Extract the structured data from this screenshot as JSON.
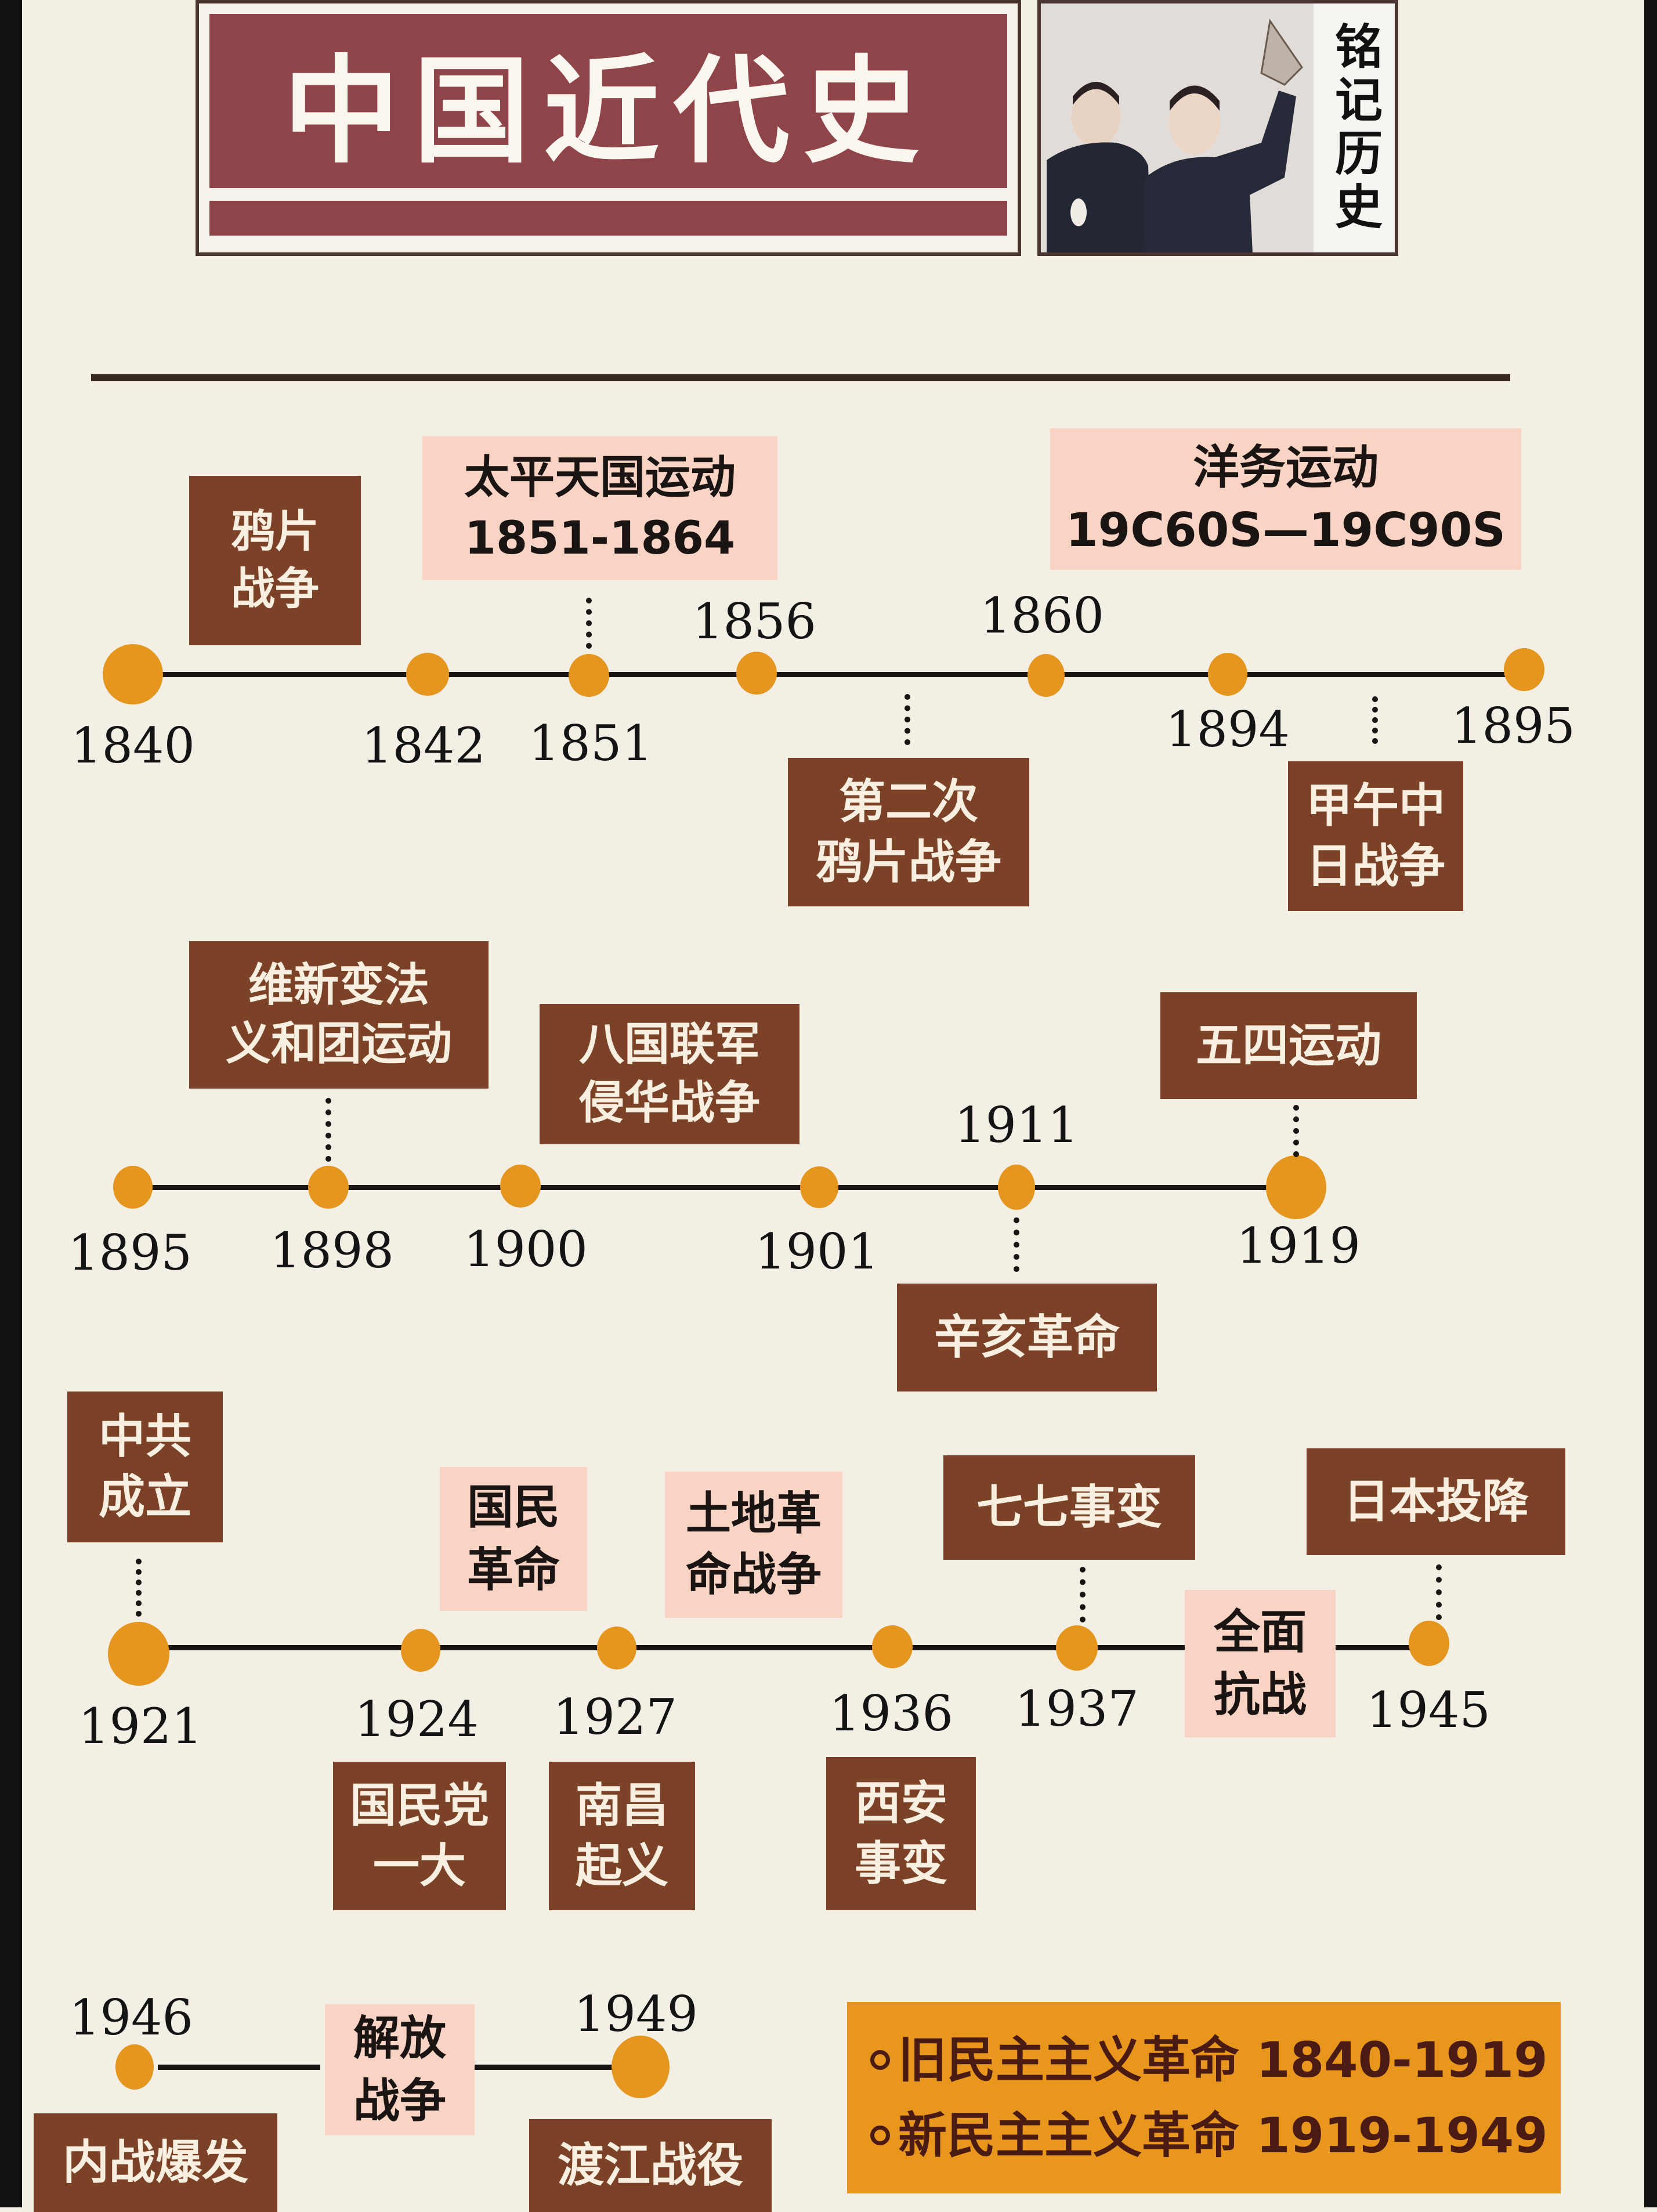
{
  "header": {
    "title": "中国近代史",
    "side_caption": "铭记历史",
    "photo_description": "two-figures-illustration"
  },
  "colors": {
    "title_bg": "#8f444a",
    "dark_box": "#7b4227",
    "light_box": "#f9d3c3",
    "dot": "#e4961e",
    "legend_bg": "#e8961c",
    "page_bg": "#f4f0e6"
  },
  "rows": [
    {
      "years": [
        "1840",
        "1842",
        "1851",
        "1856",
        "1860",
        "1894",
        "1895"
      ],
      "events": [
        {
          "label_lines": [
            "鸦片",
            "战争"
          ],
          "style": "dark"
        },
        {
          "label_lines": [
            "太平天国运动",
            "1851-1864"
          ],
          "style": "light"
        },
        {
          "label_lines": [
            "洋务运动",
            "19C60S—19C90S"
          ],
          "style": "light"
        },
        {
          "label_lines": [
            "第二次",
            "鸦片战争"
          ],
          "style": "dark"
        },
        {
          "label_lines": [
            "甲午中",
            "日战争"
          ],
          "style": "dark"
        }
      ]
    },
    {
      "years": [
        "1895",
        "1898",
        "1900",
        "1901",
        "1911",
        "1919"
      ],
      "events": [
        {
          "label_lines": [
            "维新变法",
            "义和团运动"
          ],
          "style": "dark"
        },
        {
          "label_lines": [
            "八国联军",
            "侵华战争"
          ],
          "style": "dark"
        },
        {
          "label_lines": [
            "五四运动"
          ],
          "style": "dark"
        },
        {
          "label_lines": [
            "辛亥革命"
          ],
          "style": "dark"
        }
      ]
    },
    {
      "years": [
        "1921",
        "1924",
        "1927",
        "1936",
        "1937",
        "1945"
      ],
      "events": [
        {
          "label_lines": [
            "中共",
            "成立"
          ],
          "style": "dark"
        },
        {
          "label_lines": [
            "国民",
            "革命"
          ],
          "style": "light"
        },
        {
          "label_lines": [
            "土地革",
            "命战争"
          ],
          "style": "light"
        },
        {
          "label_lines": [
            "七七事变"
          ],
          "style": "dark"
        },
        {
          "label_lines": [
            "日本投降"
          ],
          "style": "dark"
        },
        {
          "label_lines": [
            "全面",
            "抗战"
          ],
          "style": "light"
        },
        {
          "label_lines": [
            "国民党",
            "一大"
          ],
          "style": "dark"
        },
        {
          "label_lines": [
            "南昌",
            "起义"
          ],
          "style": "dark"
        },
        {
          "label_lines": [
            "西安",
            "事变"
          ],
          "style": "dark"
        }
      ]
    },
    {
      "years": [
        "1946",
        "1949"
      ],
      "events": [
        {
          "label_lines": [
            "解放",
            "战争"
          ],
          "style": "light"
        },
        {
          "label_lines": [
            "内战爆发"
          ],
          "style": "dark"
        },
        {
          "label_lines": [
            "渡江战役"
          ],
          "style": "dark"
        }
      ]
    }
  ],
  "legend": {
    "items": [
      {
        "label": "旧民主主义革命 1840-1919"
      },
      {
        "label": "新民主主义革命 1919-1949"
      }
    ]
  }
}
